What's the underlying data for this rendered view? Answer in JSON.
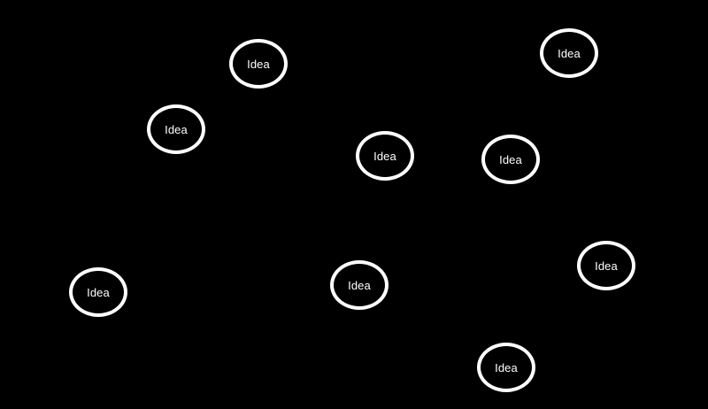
{
  "diagram": {
    "background_color": "#000000",
    "node_stroke_color": "#ffffff",
    "node_text_color": "#ffffff",
    "nodes": [
      {
        "label": "Idea"
      },
      {
        "label": "Idea"
      },
      {
        "label": "Idea"
      },
      {
        "label": "Idea"
      },
      {
        "label": "Idea"
      },
      {
        "label": "Idea"
      },
      {
        "label": "Idea"
      },
      {
        "label": "Idea"
      },
      {
        "label": "Idea"
      }
    ]
  }
}
